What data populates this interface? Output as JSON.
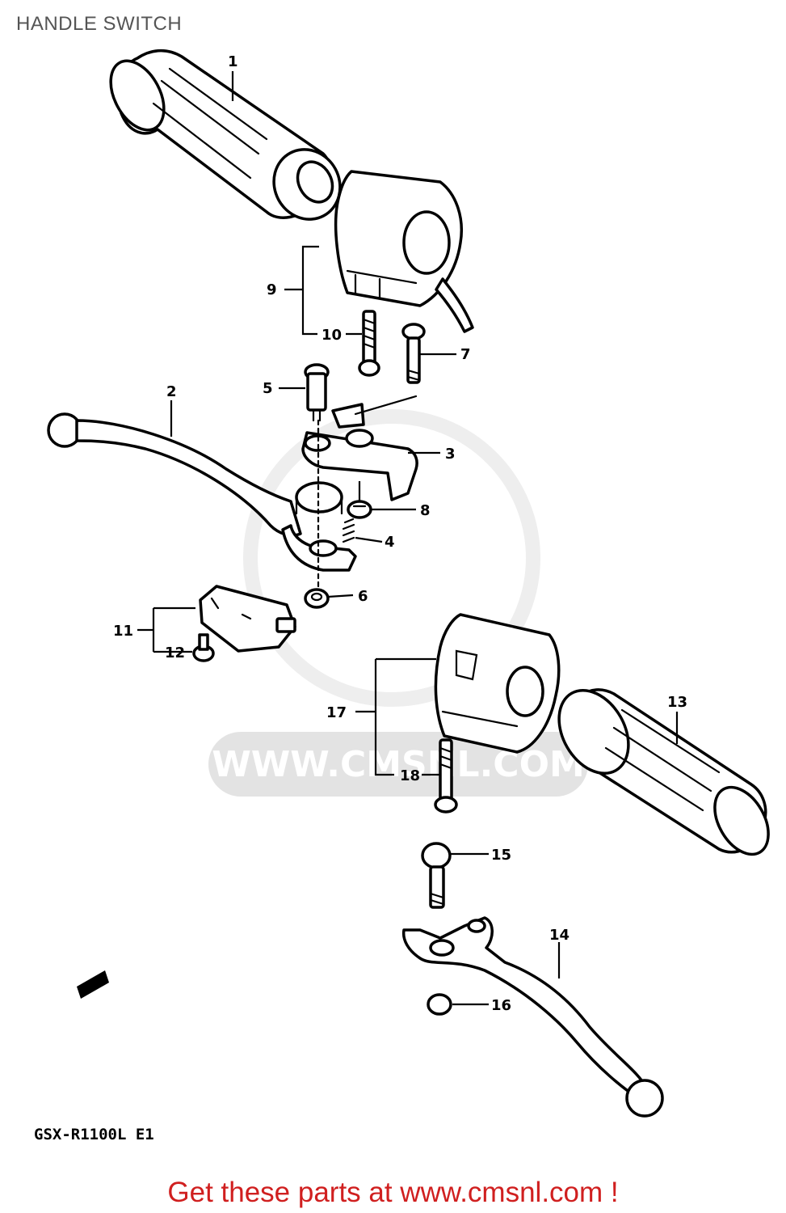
{
  "title": "HANDLE SWITCH",
  "model_code": "GSX-R1100L E1",
  "footer": "Get these parts at www.cmsnl.com !",
  "watermark": "WWW.CMSNL.COM",
  "colors": {
    "footer": "#d01f1f",
    "title": "#555555",
    "watermark": "#e3e3e3"
  },
  "callouts": [
    {
      "num": "1"
    },
    {
      "num": "2"
    },
    {
      "num": "3"
    },
    {
      "num": "4"
    },
    {
      "num": "5"
    },
    {
      "num": "6"
    },
    {
      "num": "7"
    },
    {
      "num": "8"
    },
    {
      "num": "9"
    },
    {
      "num": "10"
    },
    {
      "num": "11"
    },
    {
      "num": "12"
    },
    {
      "num": "13"
    },
    {
      "num": "14"
    },
    {
      "num": "15"
    },
    {
      "num": "16"
    },
    {
      "num": "17"
    },
    {
      "num": "18"
    }
  ]
}
